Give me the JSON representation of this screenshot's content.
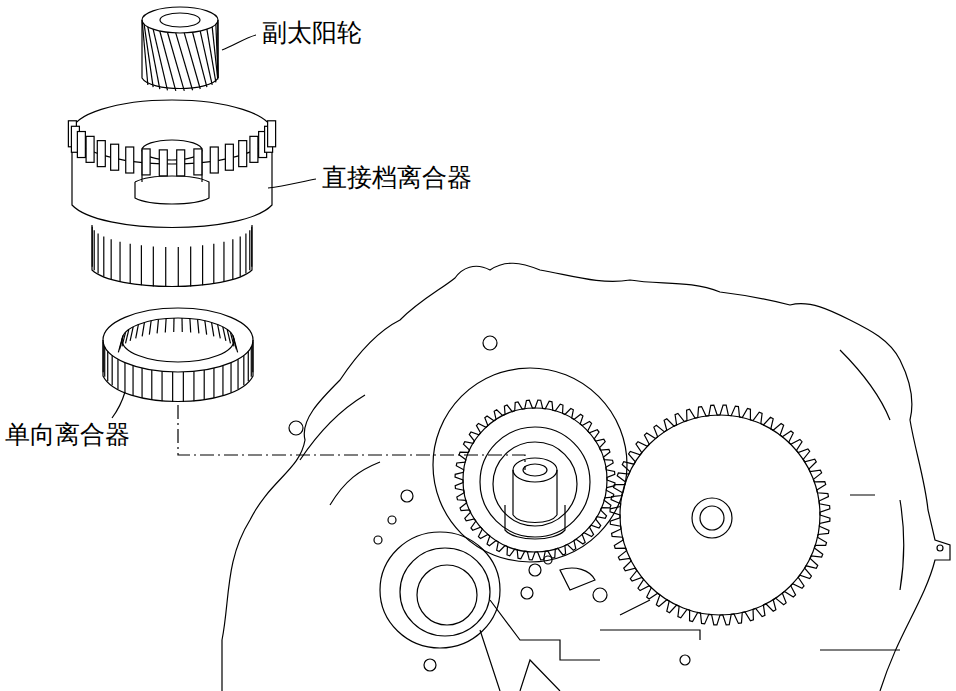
{
  "diagram": {
    "labels": [
      "副太阳轮",
      "直接档离合器",
      "单向离合器"
    ]
  }
}
